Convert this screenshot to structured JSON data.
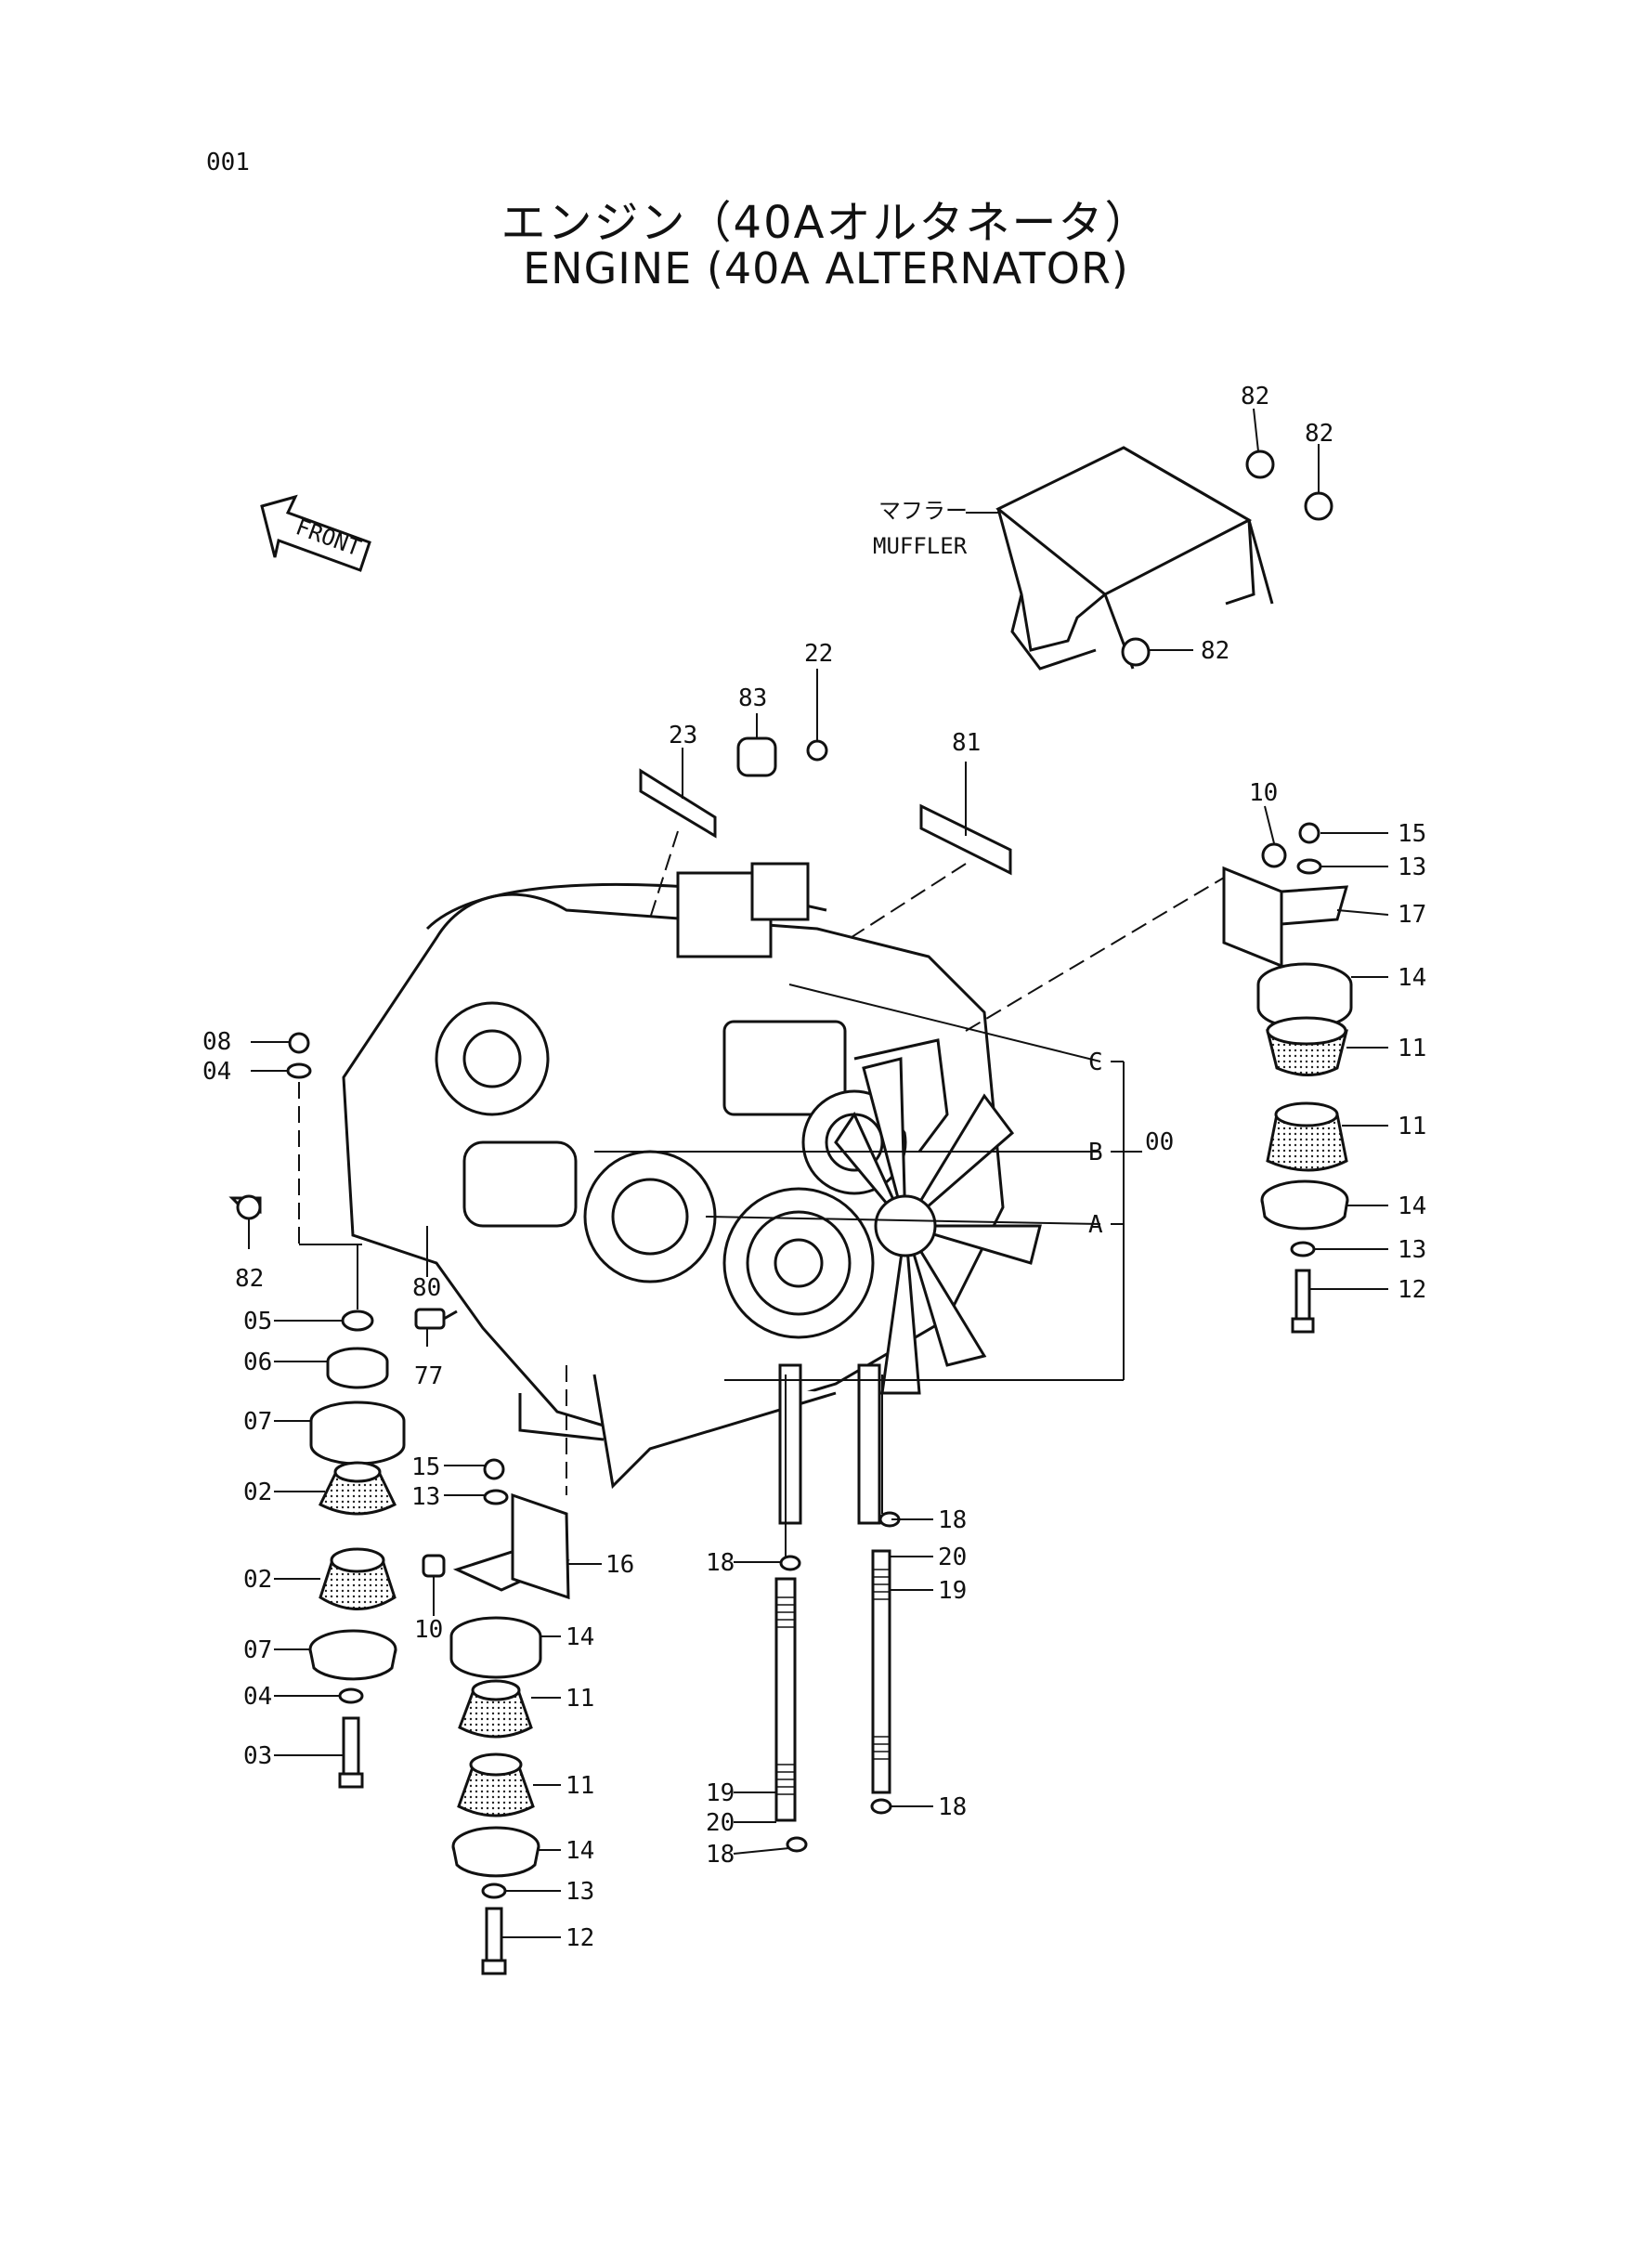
{
  "page_number": "001",
  "title_jp": "エンジン（40Aオルタネータ）",
  "title_en": "ENGINE (40A ALTERNATOR)",
  "front_label": "FRONT",
  "muffler_label_jp": "マフラー",
  "muffler_label_en": "MUFFLER",
  "callouts": {
    "c82a": "82",
    "c82b": "82",
    "c82c": "82",
    "c82d": "82",
    "c22": "22",
    "c83": "83",
    "c23": "23",
    "c81": "81",
    "c10r": "10",
    "c15r": "15",
    "c13r": "13",
    "c17": "17",
    "c14r": "14",
    "c11r1": "11",
    "c11r2": "11",
    "c14r2": "14",
    "c13r2": "13",
    "c12r": "12",
    "cC": "C",
    "cB": "B",
    "cA": "A",
    "c00": "00",
    "c08": "08",
    "c04": "04",
    "c80": "80",
    "c05": "05",
    "c77": "77",
    "c06": "06",
    "c07": "07",
    "c02a": "02",
    "c02b": "02",
    "c07b": "07",
    "c04b": "04",
    "c03": "03",
    "c15m": "15",
    "c13m": "13",
    "c16": "16",
    "c10m": "10",
    "c14m": "14",
    "c11m": "11",
    "c11m2": "11",
    "c14m2": "14",
    "c13m2": "13",
    "c12m": "12",
    "c18a": "18",
    "c18b": "18",
    "c20a": "20",
    "c19a": "19",
    "c19b": "19",
    "c20b": "20",
    "c18c": "18",
    "c18d": "18"
  }
}
